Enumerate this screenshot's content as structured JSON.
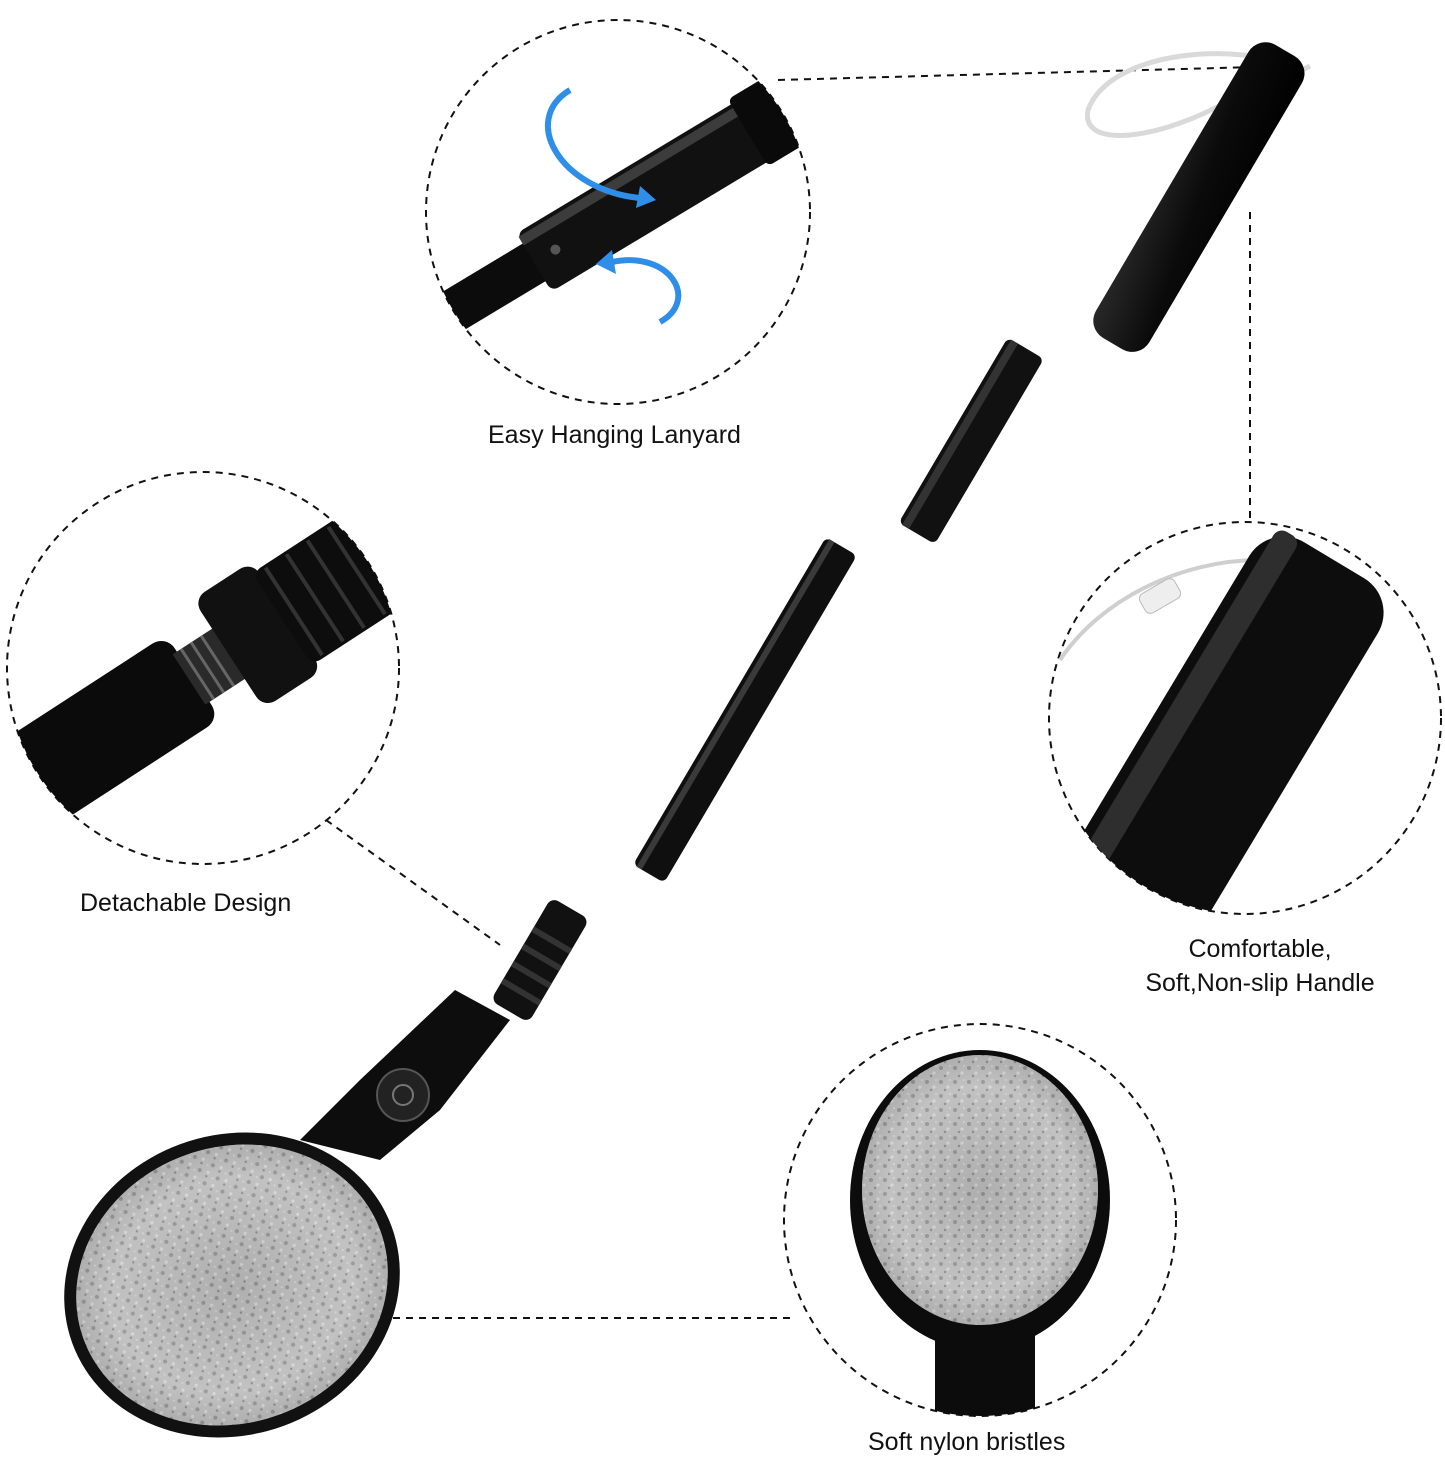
{
  "product": {
    "colors": {
      "handle": "#0d0d0d",
      "handle_highlight": "#3a3a3a",
      "bristle": "#b9b9b9",
      "bristle_dark": "#6f6f6f",
      "lanyard": "#e6e6e6",
      "arrow": "#2f8fe8",
      "dashed_line": "#111111"
    }
  },
  "callouts": {
    "top": {
      "label": "Easy Hanging Lanyard",
      "icon": "rotate-arrows-icon"
    },
    "left": {
      "label": "Detachable Design",
      "icon": "thread-joint-icon"
    },
    "right": {
      "line1": "Comfortable,",
      "line2": "Soft,Non-slip Handle",
      "icon": "handle-closeup-icon"
    },
    "bottom": {
      "label": "Soft nylon bristles",
      "icon": "bristle-head-icon"
    }
  }
}
